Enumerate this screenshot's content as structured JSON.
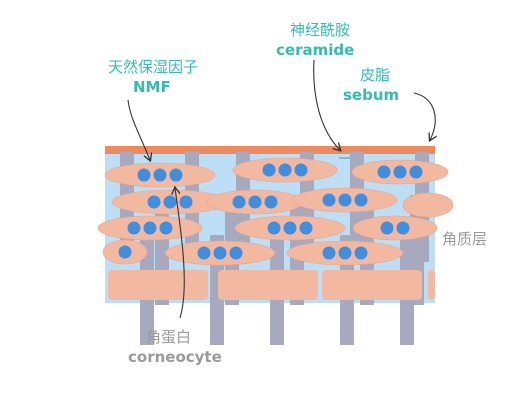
{
  "labels": {
    "nmf_cn": "天然保湿因子",
    "nmf_en": "NMF",
    "ceramide_cn": "神经酰胺",
    "ceramide_en": "ceramide",
    "sebum_cn": "皮脂",
    "sebum_en": "sebum",
    "stratum_cn": "角质层",
    "corneocyte_cn": "角蛋白",
    "corneocyte_en": "corneocyte"
  },
  "colors": {
    "accent_text": "#33bdb0",
    "muted_text": "#9a9a9a",
    "sebum_layer": "#f08a5b",
    "lipid_matrix": "#bcdff5",
    "corneocyte": "#f3b9a0",
    "nmf_dot": "#3f8fe0",
    "pillar": "#a7a9bf"
  }
}
